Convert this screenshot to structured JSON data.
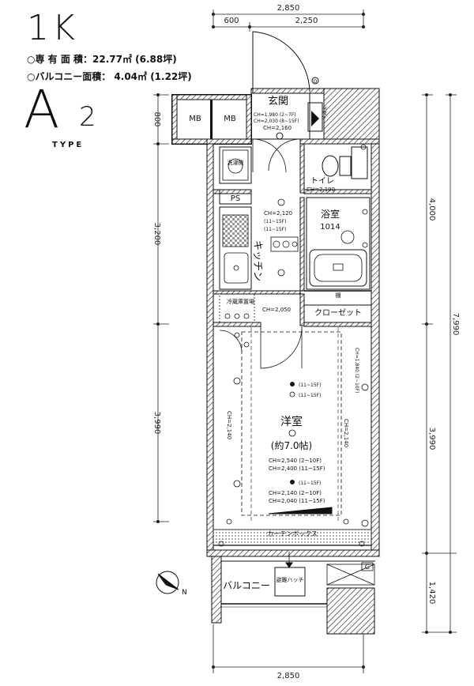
{
  "header": {
    "layout": "1K",
    "exclusive_area": "○専 有 面 積：22.77㎡ (6.88坪)",
    "balcony_area": "○バルコニー面積：  4.04㎡ (1.22坪)",
    "type_code": "A",
    "type_code_sub": "2",
    "type_word": "TYPE"
  },
  "dimensions": {
    "top_total": "2,850",
    "top_left": "600",
    "top_right": "2,250",
    "bottom_total": "2,850",
    "left_800": "800",
    "left_3200": "3,200",
    "left_3990": "3,990",
    "right_4000": "4,000",
    "right_7990": "7,990",
    "right_3990": "3,990",
    "right_1420": "1,420"
  },
  "rooms": {
    "genkan": "玄関",
    "genkan_ch1": "CH=1,980 (2~7F)",
    "genkan_ch2": "CH=2,030 (8~15F)",
    "genkan_ch3": "CH=2,160",
    "mb1": "MB",
    "mb2": "MB",
    "getabako": "下足入",
    "washer": "洗濯機",
    "ps": "PS",
    "toilet": "トイレ",
    "toilet_ch": "CH=2,190",
    "bath": "浴室",
    "bath_size": "1014",
    "kitchen": "キッチン",
    "kitchen_ch1": "CH=2,120",
    "kitchen_ch2": "(11~15F)",
    "kitchen_ch3": "(11~15F)",
    "fridge": "冷蔵庫置場",
    "hall_ch": "CH=2,050",
    "closet": "クローゼット",
    "closet_top": "棚",
    "western": "洋室",
    "western_size": "(約7.0帖)",
    "w_ch1": "CH=2,540 (2~10F)",
    "w_ch2": "CH=2,400 (11~15F)",
    "w_ch3": "CH=2,140 (2~10F)",
    "w_ch4": "CH=2,040 (11~15F)",
    "w_note1": "(11~15F)",
    "w_note2": "(11~15F)",
    "w_note3": "(11~15F)",
    "w_left_ch": "CH=2,140",
    "w_right_ch": "CH=2,140",
    "w_beam": "CH=1,840 (2~10F)",
    "curtain": "カーテンボックス",
    "balcony": "バルコニー",
    "hatch": "避難ハッチ",
    "g": "G",
    "door_mark": "D"
  },
  "colors": {
    "line": "#111111",
    "hatch": "#333333",
    "dim": "#222222"
  }
}
